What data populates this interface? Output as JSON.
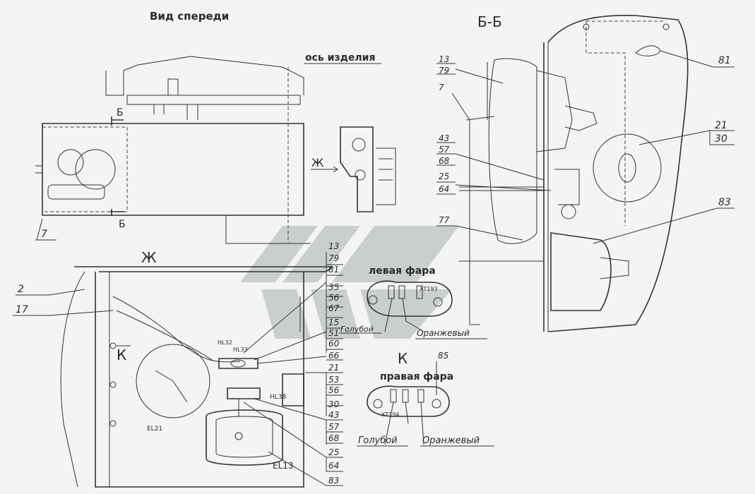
{
  "views": {
    "front_title": "Вид спереди",
    "section_title": "Б-Б",
    "axis_label": "ось изделия",
    "view_zh": "Ж",
    "arrow_zh": "Ж",
    "view_k_small": "К",
    "view_k": "К",
    "cut_b_top": "Б",
    "cut_b_bottom": "Б"
  },
  "headlights": {
    "left": "левая фара",
    "right": "правая фара",
    "wire_blue": "Голубой",
    "wire_orange": "Оранжевый",
    "xt_left": "XT193",
    "xt_right": "XT194"
  },
  "devices": {
    "hl32": "HL32",
    "hl33": "HL33",
    "hl38": "HL38",
    "el21": "EL21",
    "el13": "EL13"
  },
  "front_callouts": {
    "c7": "7"
  },
  "section_callouts": {
    "c13": "13",
    "c79": "79",
    "c7": "7",
    "c43": "43",
    "c57": "57",
    "c68": "68",
    "c25": "25",
    "c64": "64",
    "c77": "77",
    "c81": "81",
    "c21": "21",
    "c30": "30",
    "c83": "83"
  },
  "view_zh_callouts": {
    "c2": "2",
    "c17": "17",
    "c13": "13",
    "c79": "79",
    "c81": "81",
    "c35": "35",
    "c56a": "56",
    "c67": "67",
    "c15": "15",
    "c51": "51",
    "c60": "60",
    "c66": "66",
    "c21": "21",
    "c53": "53",
    "c56b": "56",
    "c30": "30",
    "c43": "43",
    "c57": "57",
    "c68": "68",
    "c25": "25",
    "c64": "64",
    "c83": "83",
    "c85": "85"
  }
}
